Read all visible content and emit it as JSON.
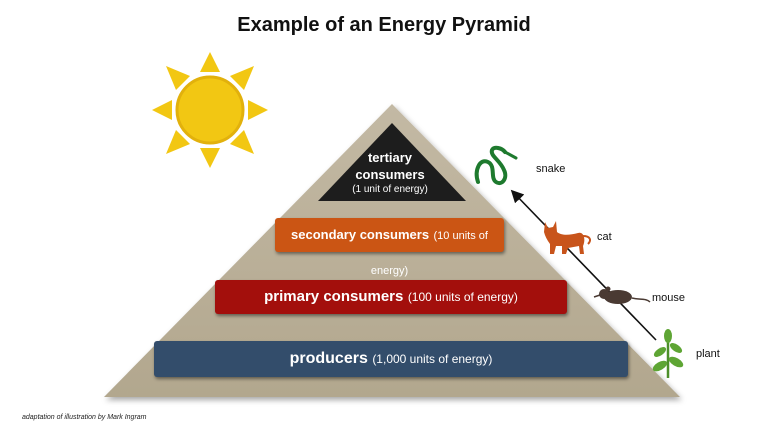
{
  "title": "Example of an Energy Pyramid",
  "levels": {
    "tertiary": {
      "line1": "tertiary",
      "line2": "consumers",
      "energy": "(1 unit of energy)"
    },
    "secondary": {
      "name": "secondary consumers",
      "energy": "(10 units of energy)"
    },
    "primary": {
      "name": "primary consumers",
      "energy": "(100 units of energy)"
    },
    "producers": {
      "name": "producers",
      "energy": "(1,000 units of energy)"
    }
  },
  "food_chain": [
    "snake",
    "cat",
    "mouse",
    "plant"
  ],
  "credit": "adaptation of illustration by Mark Ingram",
  "colors": {
    "pyramid": "#b9ae97",
    "tertiary": "#1d1d1d",
    "secondary": "#cb5514",
    "primary": "#a30f0c",
    "producers": "#334d6b",
    "sun": "#f2c713"
  },
  "icons": [
    "sun-icon",
    "snake-icon",
    "cat-icon",
    "mouse-icon",
    "plant-icon"
  ]
}
